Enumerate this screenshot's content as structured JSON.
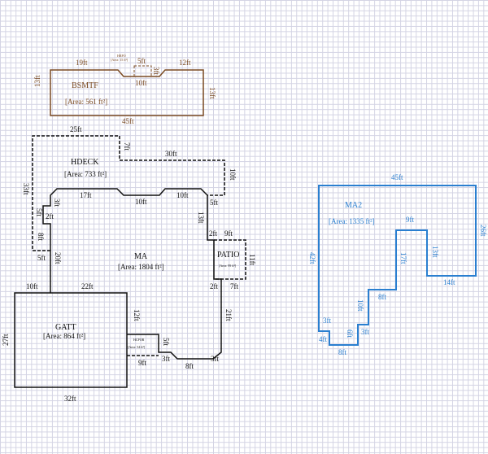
{
  "colors": {
    "basement": "#7a4a22",
    "main": "#111111",
    "ma2": "#2a7fd0"
  },
  "bsmtf": {
    "name": "BSMTF",
    "area": "[Area: 561 ft²]",
    "dims": [
      "19ft",
      "5ft",
      "12ft",
      "10ft",
      "3ft",
      "13ft",
      "13ft",
      "45ft"
    ]
  },
  "hrpo": {
    "name": "HRPO",
    "area": "[Area: 15 ft²]"
  },
  "hdeck": {
    "name": "HDECK",
    "area": "[Area: 733 ft²]",
    "dims": [
      "25ft",
      "7ft",
      "30ft",
      "10ft",
      "5ft",
      "33ft",
      "5ft"
    ]
  },
  "ma": {
    "name": "MA",
    "area": "[Area: 1804 ft²]",
    "dims": [
      "17ft",
      "10ft",
      "10ft",
      "3ft",
      "2ft",
      "5ft",
      "8ft",
      "20ft",
      "13ft",
      "2ft",
      "2ft",
      "21ft",
      "3ft",
      "8ft",
      "3ft",
      "5ft",
      "12ft",
      "22ft",
      "10ft"
    ]
  },
  "patio": {
    "name": "PATIO",
    "area": "[Area: 99 ft²]",
    "dims": [
      "9ft",
      "11ft",
      "7ft"
    ]
  },
  "gatt": {
    "name": "GATT",
    "area": "[Area: 864 ft²]",
    "dims": [
      "27ft",
      "32ft"
    ]
  },
  "hcpor": {
    "name": "HCPOR",
    "area": "[Area: 54 ft²]",
    "dims": [
      "9ft"
    ]
  },
  "ma2": {
    "name": "MA2",
    "area": "[Area: 1335 ft²]",
    "dims": [
      "45ft",
      "26ft",
      "9ft",
      "13ft",
      "17ft",
      "14ft",
      "42ft",
      "8ft",
      "10ft",
      "3ft",
      "3ft",
      "6ft",
      "4ft",
      "8ft"
    ]
  }
}
